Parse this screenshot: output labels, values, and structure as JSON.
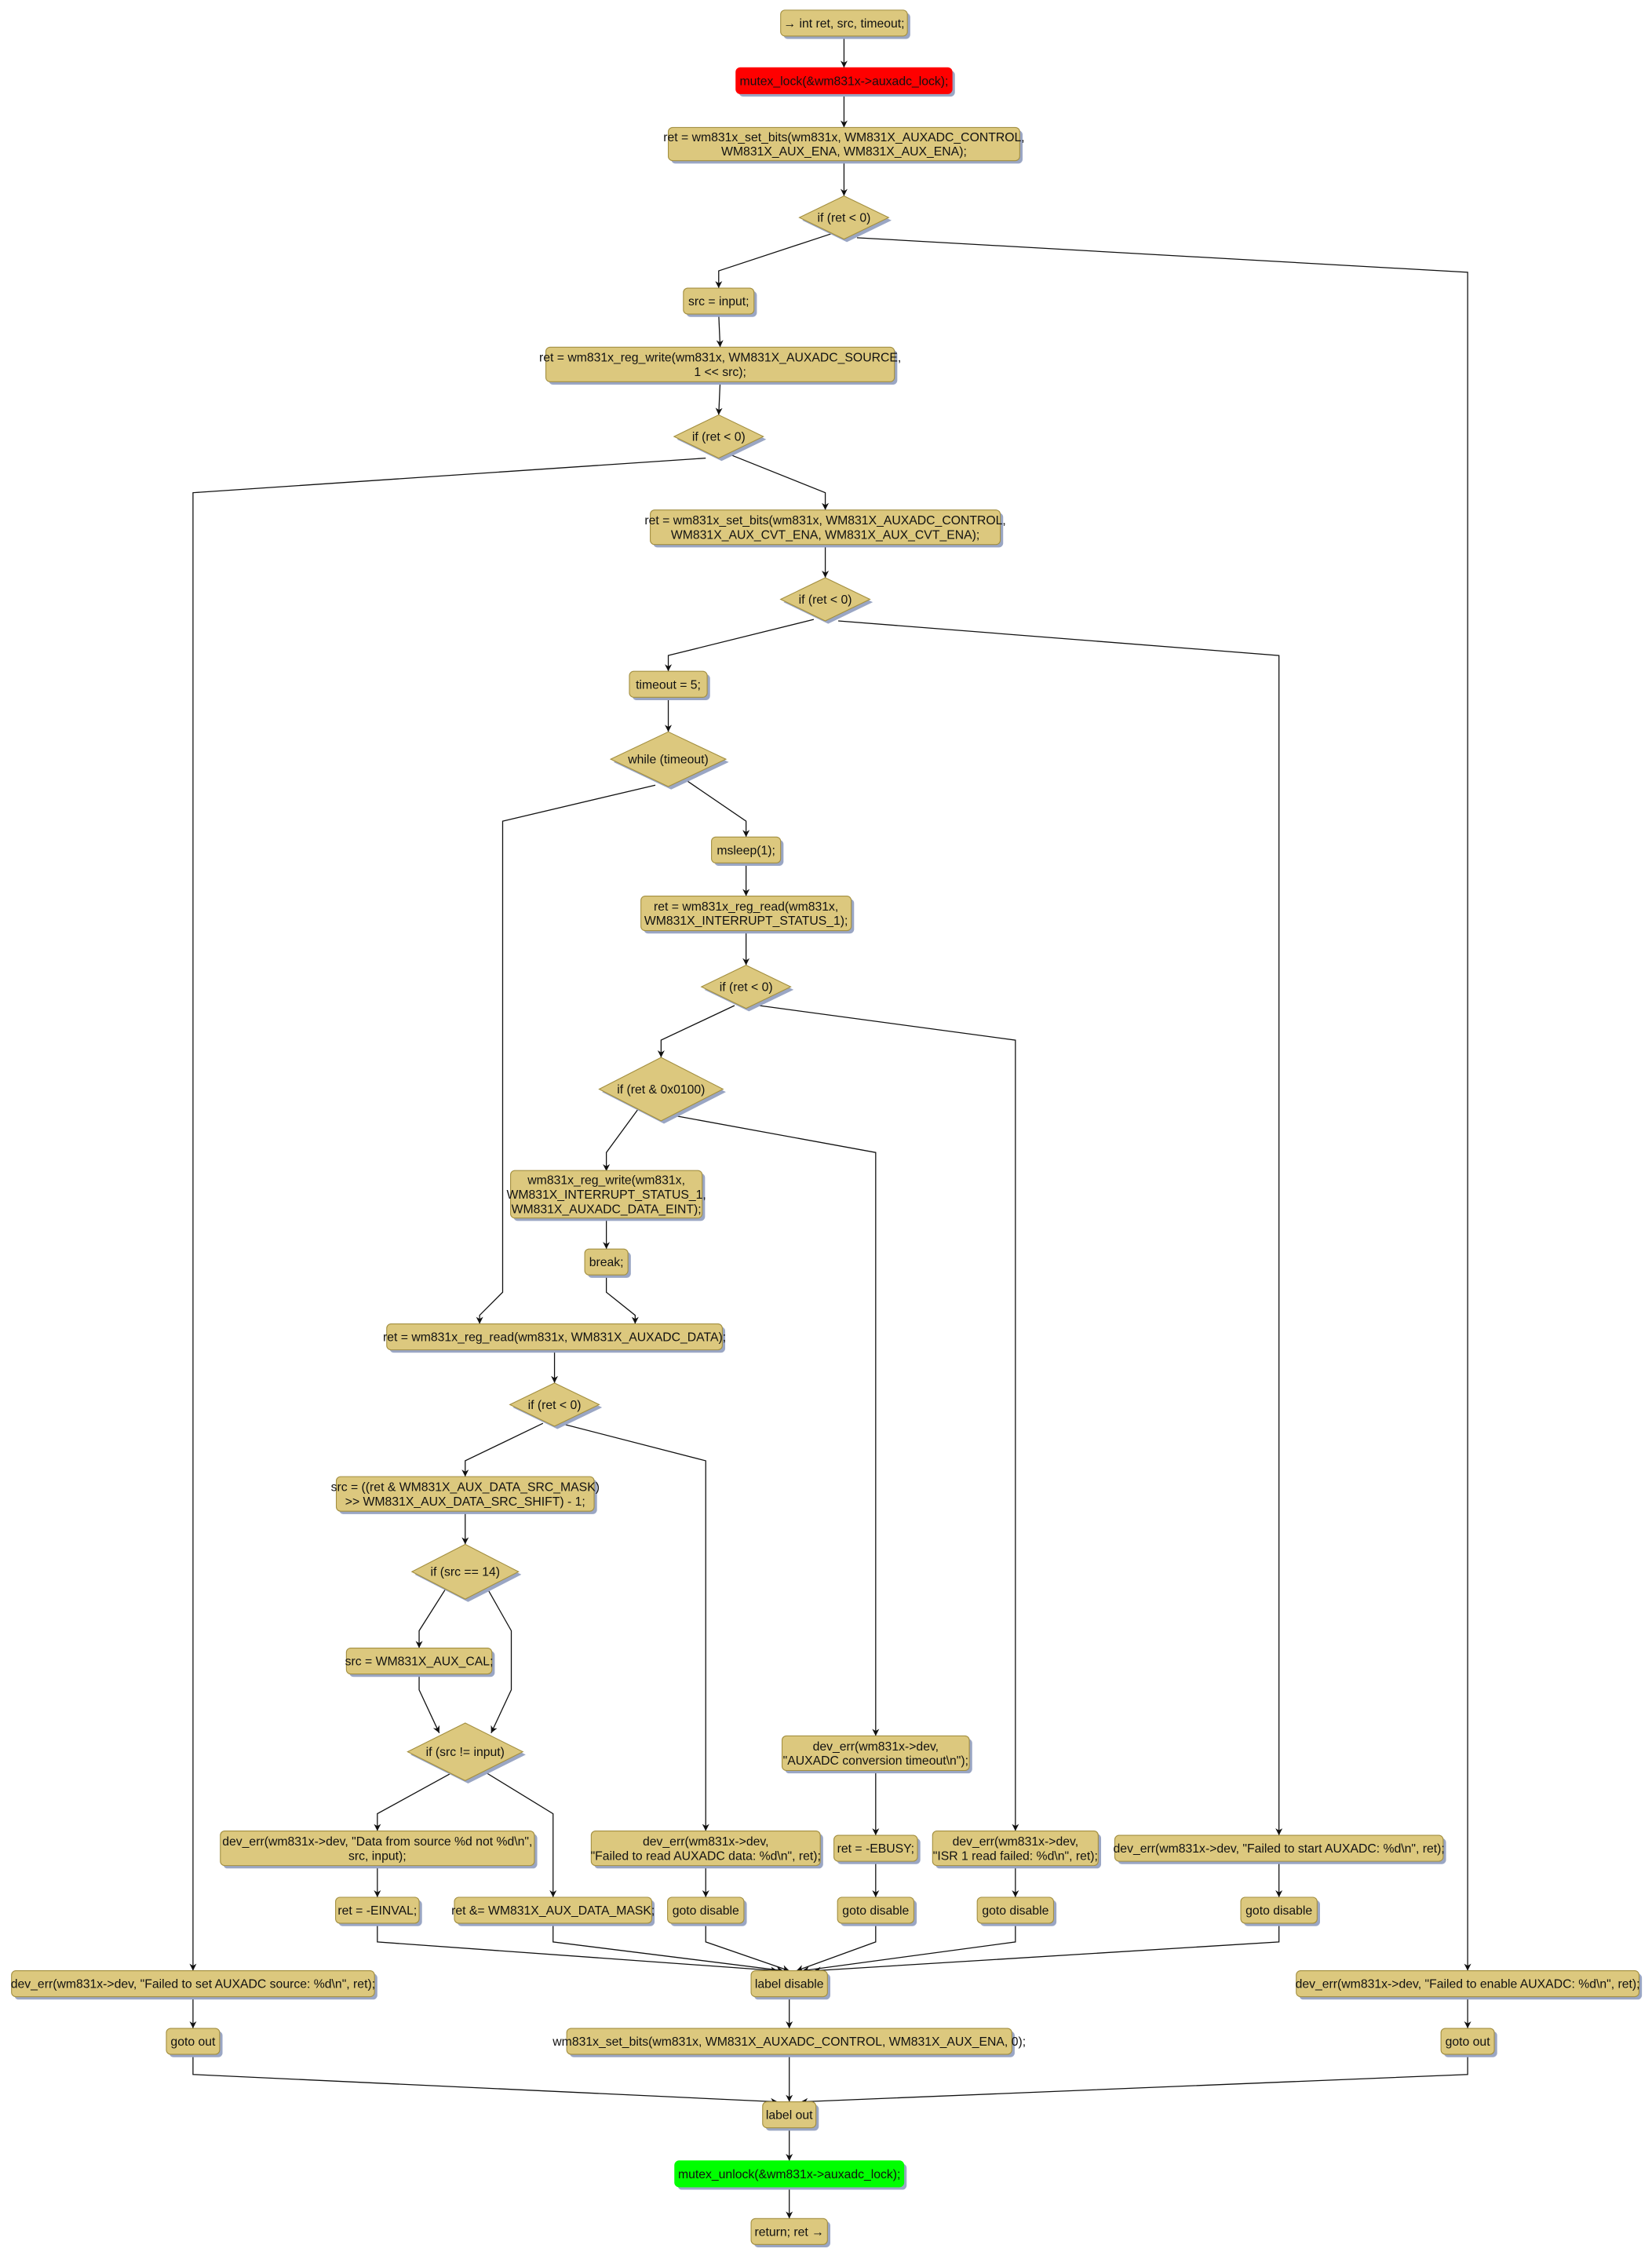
{
  "colors": {
    "node_fill": "#dcc87e",
    "node_border": "#a38f40",
    "shadow": "#9aa6c4",
    "lock": "#ff0000",
    "unlock": "#00ff00",
    "edge": "#111111"
  },
  "nodes": {
    "n1": {
      "lines": [
        "→ int ret, src, timeout;"
      ]
    },
    "n2": {
      "lines": [
        "mutex_lock(&wm831x->auxadc_lock);"
      ],
      "color": "lock"
    },
    "n3": {
      "lines": [
        "ret = wm831x_set_bits(wm831x, WM831X_AUXADC_CONTROL,",
        "WM831X_AUX_ENA, WM831X_AUX_ENA);"
      ]
    },
    "d1": {
      "lines": [
        "if (ret < 0)"
      ]
    },
    "n4": {
      "lines": [
        "src = input;"
      ]
    },
    "n5": {
      "lines": [
        "ret = wm831x_reg_write(wm831x, WM831X_AUXADC_SOURCE,",
        "1 << src);"
      ]
    },
    "d2": {
      "lines": [
        "if (ret < 0)"
      ]
    },
    "n6": {
      "lines": [
        "ret = wm831x_set_bits(wm831x, WM831X_AUXADC_CONTROL,",
        "WM831X_AUX_CVT_ENA, WM831X_AUX_CVT_ENA);"
      ]
    },
    "d3": {
      "lines": [
        "if (ret < 0)"
      ]
    },
    "n7": {
      "lines": [
        "timeout = 5;"
      ]
    },
    "d4": {
      "lines": [
        "while (timeout)"
      ]
    },
    "n8": {
      "lines": [
        "msleep(1);"
      ]
    },
    "n9": {
      "lines": [
        "ret = wm831x_reg_read(wm831x,",
        "WM831X_INTERRUPT_STATUS_1);"
      ]
    },
    "d5": {
      "lines": [
        "if (ret < 0)"
      ]
    },
    "d6": {
      "lines": [
        "if (ret & 0x0100)"
      ]
    },
    "n10": {
      "lines": [
        "wm831x_reg_write(wm831x,",
        "WM831X_INTERRUPT_STATUS_1,",
        "WM831X_AUXADC_DATA_EINT);"
      ]
    },
    "n11": {
      "lines": [
        "break;"
      ]
    },
    "n12": {
      "lines": [
        "ret = wm831x_reg_read(wm831x, WM831X_AUXADC_DATA);"
      ]
    },
    "d7": {
      "lines": [
        "if (ret < 0)"
      ]
    },
    "n13": {
      "lines": [
        "src = ((ret & WM831X_AUX_DATA_SRC_MASK)",
        ">> WM831X_AUX_DATA_SRC_SHIFT) - 1;"
      ]
    },
    "d8": {
      "lines": [
        "if (src == 14)"
      ]
    },
    "n14": {
      "lines": [
        "src = WM831X_AUX_CAL;"
      ]
    },
    "d9": {
      "lines": [
        "if (src != input)"
      ]
    },
    "n15": {
      "lines": [
        "dev_err(wm831x->dev, \"Data from source %d not %d\\n\",",
        "src, input);"
      ]
    },
    "n16": {
      "lines": [
        "ret = -EINVAL;"
      ]
    },
    "n17": {
      "lines": [
        "ret &= WM831X_AUX_DATA_MASK;"
      ]
    },
    "n18": {
      "lines": [
        "dev_err(wm831x->dev,",
        "\"Failed to read AUXADC data: %d\\n\", ret);"
      ]
    },
    "n19": {
      "lines": [
        "goto disable"
      ]
    },
    "n20": {
      "lines": [
        "dev_err(wm831x->dev,",
        "\"AUXADC conversion timeout\\n\");"
      ]
    },
    "n21": {
      "lines": [
        "ret = -EBUSY;"
      ]
    },
    "n22": {
      "lines": [
        "goto disable"
      ]
    },
    "n23": {
      "lines": [
        "dev_err(wm831x->dev,",
        "\"ISR 1 read failed: %d\\n\", ret);"
      ]
    },
    "n24": {
      "lines": [
        "goto disable"
      ]
    },
    "n25": {
      "lines": [
        "dev_err(wm831x->dev, \"Failed to start AUXADC: %d\\n\", ret);"
      ]
    },
    "n26": {
      "lines": [
        "goto disable"
      ]
    },
    "n27": {
      "lines": [
        "dev_err(wm831x->dev, \"Failed to set AUXADC source: %d\\n\", ret);"
      ]
    },
    "n28": {
      "lines": [
        "goto out"
      ]
    },
    "n29": {
      "lines": [
        "label disable"
      ]
    },
    "n30": {
      "lines": [
        "dev_err(wm831x->dev, \"Failed to enable AUXADC: %d\\n\", ret);"
      ]
    },
    "n31": {
      "lines": [
        "goto out"
      ]
    },
    "n32": {
      "lines": [
        "wm831x_set_bits(wm831x, WM831X_AUXADC_CONTROL, WM831X_AUX_ENA, 0);"
      ]
    },
    "n33": {
      "lines": [
        "label out"
      ]
    },
    "n34": {
      "lines": [
        "mutex_unlock(&wm831x->auxadc_lock);"
      ],
      "color": "unlock"
    },
    "n35": {
      "lines": [
        "return; ret →"
      ]
    }
  },
  "edges": [
    [
      "n1",
      "n2"
    ],
    [
      "n2",
      "n3"
    ],
    [
      "n3",
      "d1"
    ],
    [
      "d1",
      "n4"
    ],
    [
      "d1",
      "n30"
    ],
    [
      "n4",
      "n5"
    ],
    [
      "n5",
      "d2"
    ],
    [
      "d2",
      "n27"
    ],
    [
      "d2",
      "n6"
    ],
    [
      "n6",
      "d3"
    ],
    [
      "d3",
      "n7"
    ],
    [
      "d3",
      "n25"
    ],
    [
      "n7",
      "d4"
    ],
    [
      "d4",
      "n12"
    ],
    [
      "d4",
      "n8"
    ],
    [
      "n8",
      "n9"
    ],
    [
      "n9",
      "d5"
    ],
    [
      "d5",
      "d6"
    ],
    [
      "d5",
      "n23"
    ],
    [
      "d6",
      "n10"
    ],
    [
      "d6",
      "n20"
    ],
    [
      "n10",
      "n11"
    ],
    [
      "n11",
      "n12"
    ],
    [
      "n12",
      "d7"
    ],
    [
      "d7",
      "n13"
    ],
    [
      "d7",
      "n18"
    ],
    [
      "n13",
      "d8"
    ],
    [
      "d8",
      "n14"
    ],
    [
      "d8",
      "d9"
    ],
    [
      "n14",
      "d9"
    ],
    [
      "d9",
      "n15"
    ],
    [
      "d9",
      "n17"
    ],
    [
      "n15",
      "n16"
    ],
    [
      "n18",
      "n19"
    ],
    [
      "n20",
      "n21"
    ],
    [
      "n21",
      "n22"
    ],
    [
      "n23",
      "n24"
    ],
    [
      "n25",
      "n26"
    ],
    [
      "n16",
      "n29"
    ],
    [
      "n17",
      "n29"
    ],
    [
      "n19",
      "n29"
    ],
    [
      "n22",
      "n29"
    ],
    [
      "n24",
      "n29"
    ],
    [
      "n26",
      "n29"
    ],
    [
      "n27",
      "n28"
    ],
    [
      "n29",
      "n32"
    ],
    [
      "n32",
      "n33"
    ],
    [
      "n28",
      "n33"
    ],
    [
      "n31",
      "n33"
    ],
    [
      "n30",
      "n31"
    ],
    [
      "n33",
      "n34"
    ],
    [
      "n34",
      "n35"
    ]
  ]
}
